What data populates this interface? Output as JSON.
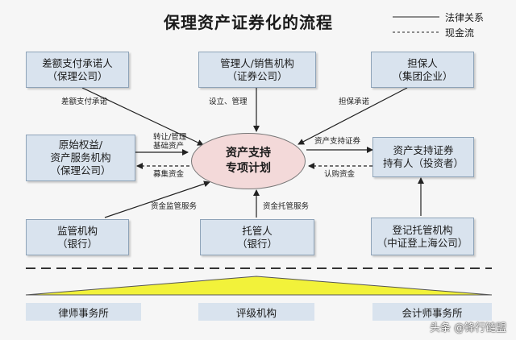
{
  "title": "保理资产证券化的流程",
  "legend": {
    "legal": "法律关系",
    "cash": "现金流"
  },
  "boxes": {
    "deficiency": {
      "line1": "差额支付承诺人",
      "line2": "（保理公司）"
    },
    "manager": {
      "line1": "管理人/销售机构",
      "line2": "（证券公司）"
    },
    "guarantor": {
      "line1": "担保人",
      "line2": "（集团企业）"
    },
    "originator": {
      "line1": "原始权益/",
      "line2": "资产服务机构",
      "line3": "（保理公司）"
    },
    "holder": {
      "line1": "资产支持证券",
      "line2": "持有人（投资者）"
    },
    "supervisor": {
      "line1": "监管机构",
      "line2": "（银行）"
    },
    "custodian": {
      "line1": "托管人",
      "line2": "（银行）"
    },
    "registrar": {
      "line1": "登记托管机构",
      "line2": "（中证登上海公司）"
    }
  },
  "center": {
    "line1": "资产支持",
    "line2": "专项计划"
  },
  "edge_labels": {
    "deficiency": "差额支付承诺",
    "manager": "设立、管理",
    "guarantor": "担保承诺",
    "transfer_1": "转让/管理",
    "transfer_2": "基础资产",
    "raise": "募集资金",
    "securities": "资产支持证券",
    "subscribe": "认购资金",
    "supervision": "资金监管服务",
    "custody": "资金托管服务"
  },
  "bottom": {
    "lawyer": "律师事务所",
    "rating": "评级机构",
    "accountant": "会计师事务所"
  },
  "watermark": "头条 @锋行链盟",
  "colors": {
    "box": "#d9e3ee",
    "ellipse": "#f3d9d9",
    "triangle": "#f2f23a"
  }
}
